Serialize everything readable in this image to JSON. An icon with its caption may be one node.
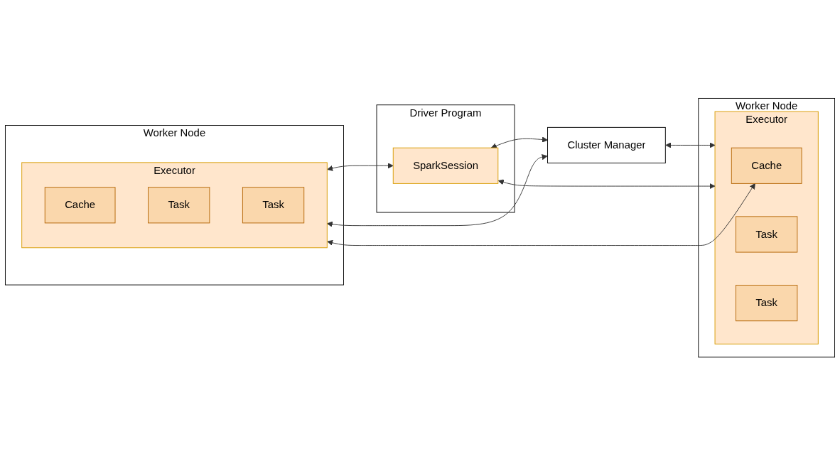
{
  "diagram": {
    "nodes": [
      {
        "text": [
          "Driver Program"
        ]
      },
      {
        "text": [
          "SparkSession"
        ],
        "in": 0
      },
      {
        "text": [
          "Cluster Manager"
        ]
      },
      {
        "text": [
          "Worker Node"
        ]
      },
      {
        "text": [
          "Executor"
        ],
        "in": 3
      },
      {
        "text": [
          "Cache"
        ],
        "in": 4
      },
      {
        "text": [
          "Task"
        ],
        "in": 4
      },
      {
        "text": [
          "Task"
        ],
        "in": 4
      },
      {
        "text": [
          "Worker Node"
        ]
      },
      {
        "text": [
          "Executor"
        ],
        "in": 8
      },
      {
        "text": [
          "Cache"
        ],
        "in": 9
      },
      {
        "text": [
          "Task"
        ],
        "in": 9
      },
      {
        "text": [
          "Task"
        ],
        "in": 9
      }
    ],
    "edges": [
      {
        "from": 4,
        "to": 1,
        "arrow": "both"
      },
      {
        "from": 2,
        "to": 4,
        "arrow": "both"
      },
      {
        "from": 1,
        "to": 2,
        "arrow": "both"
      },
      {
        "from": 2,
        "to": 9,
        "arrow": "both"
      },
      {
        "from": 1,
        "to": 9,
        "arrow": "both"
      },
      {
        "from": 4,
        "to": 10,
        "arrow": "both"
      }
    ]
  }
}
